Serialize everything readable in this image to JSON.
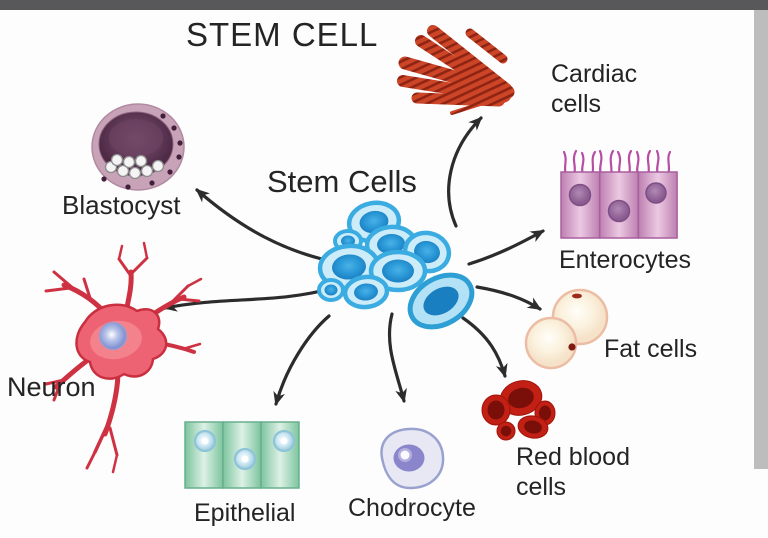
{
  "header": {
    "title": "STEM CELL"
  },
  "center": {
    "label": "Stem Cells"
  },
  "cells": {
    "blastocyst": {
      "label": "Blastocyst"
    },
    "cardiac": {
      "label": "Cardiac\ncells"
    },
    "enterocytes": {
      "label": "Enterocytes"
    },
    "fat": {
      "label": "Fat cells"
    },
    "red_blood": {
      "label": "Red blood\ncells"
    },
    "chodrocyte": {
      "label": "Chodrocyte"
    },
    "epithelial": {
      "label": "Epithelial"
    },
    "neuron": {
      "label": "Neuron"
    }
  },
  "diagram": {
    "source": "Stem Cells",
    "differentiates_into": [
      "Blastocyst",
      "Cardiac cells",
      "Enterocytes",
      "Fat cells",
      "Red blood cells",
      "Chodrocyte",
      "Epithelial",
      "Neuron"
    ]
  },
  "colors": {
    "background": "#fdfdfd",
    "top_bar": "#58585a",
    "scrollbar": "#bdbdbd",
    "text": "#242424",
    "arrow": "#2c2c2c",
    "stem_cell_blue": "#3aace1",
    "stem_cell_core": "#1e85c7",
    "cardiac_red": "#cd4527",
    "enterocyte_pink": "#bd7fb1",
    "fat_cream": "#fbf1dd",
    "red_blood_cell": "#c32015",
    "chondrocyte_lavender": "#8b85cc",
    "epithelial_green": "#7cc49e",
    "neuron_red": "#ee6373",
    "blastocyst_purple": "#5d3755"
  }
}
